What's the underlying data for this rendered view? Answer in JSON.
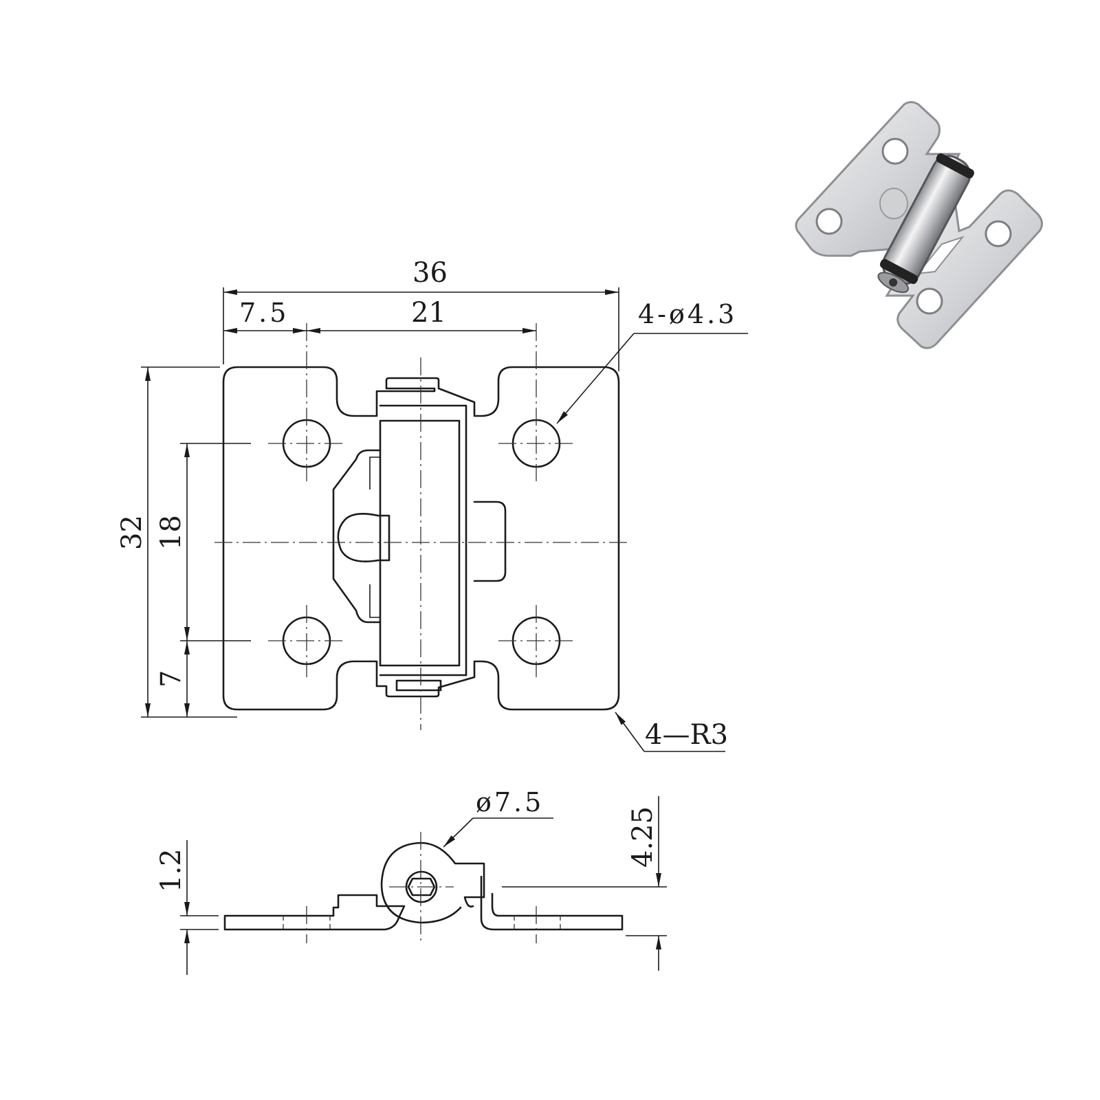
{
  "dimensions": {
    "overall_width": "36",
    "hole_offset": "7.5",
    "hole_spacing_x": "21",
    "hole_callout": "4-ø4.3",
    "overall_height": "32",
    "hole_spacing_y": "18",
    "hole_edge_y": "7",
    "corner_radius": "4—R3",
    "knuckle_diameter": "ø7.5",
    "knuckle_height": "4.25",
    "thickness": "1.2"
  },
  "photo": {
    "metal_light": "#e4e4e6",
    "metal_mid": "#b9babd",
    "metal_dark": "#7d7e82",
    "rubber": "#222222"
  }
}
